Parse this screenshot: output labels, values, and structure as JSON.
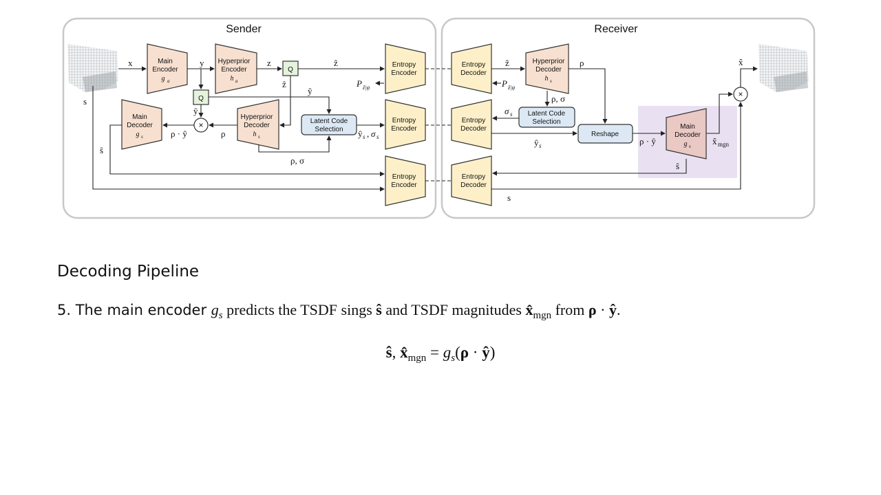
{
  "diagram": {
    "sender_title": "Sender",
    "receiver_title": "Receiver",
    "blocks": {
      "main_encoder": [
        "Main",
        "Encoder"
      ],
      "main_encoder_fn": "g",
      "main_encoder_sub": "a",
      "hyperprior_encoder": [
        "Hyperprior",
        "Encoder"
      ],
      "hyperprior_encoder_fn": "h",
      "hyperprior_encoder_sub": "a",
      "quantizer": "Q",
      "entropy_encoder": [
        "Entropy",
        "Encoder"
      ],
      "entropy_decoder": [
        "Entropy",
        "Decoder"
      ],
      "main_decoder": [
        "Main",
        "Decoder"
      ],
      "main_decoder_fn": "g",
      "main_decoder_sub": "s",
      "hyperprior_decoder": [
        "Hyperprior",
        "Decoder"
      ],
      "hyperprior_decoder_fn": "h",
      "hyperprior_decoder_sub": "s",
      "latent_code_selection": [
        "Latent Code",
        "Selection"
      ],
      "reshape": "Reshape",
      "multiply": "×"
    },
    "signals": {
      "x": "x",
      "y": "y",
      "z": "z",
      "z_hat": "ẑ",
      "y_hat": "ŷ",
      "s": "s",
      "s_hat": "ŝ",
      "rho": "ρ",
      "rho_sigma": "ρ, σ",
      "rho_dot_y_hat": "ρ · ŷ",
      "y_hat_s": "ŷ",
      "y_hat_s_sub": "s",
      "sigma_s": "σ",
      "sigma_s_sub": "s",
      "prior_P": "P",
      "prior_sub": "ẑ|ψ",
      "x_hat": "x̂",
      "x_hat_mgn": "x̂",
      "mgn_sub": "mgn"
    }
  },
  "section_title": "Decoding Pipeline",
  "description": {
    "prefix": "5. The main encoder ",
    "g": "g",
    "g_sub": "s",
    "mid1": " predicts the TSDF sings ",
    "s_hat": "ŝ",
    "mid2": " and TSDF magnitudes ",
    "x_hat": "x̂",
    "mgn": "mgn",
    "mid3": " from ",
    "rho": "ρ",
    "dot": " · ",
    "y_hat": "ŷ",
    "end": "."
  },
  "equation": {
    "s_hat": "ŝ",
    "comma": ", ",
    "x_hat": "x̂",
    "mgn": "mgn",
    "eq": " = ",
    "g": "g",
    "g_sub": "s",
    "open": "(",
    "rho": "ρ",
    "dot": " · ",
    "y_hat": "ŷ",
    "close": ")"
  },
  "colors": {
    "encoder_fill": "#f8e0d0",
    "entropy_fill": "#fdf0c8",
    "selection_fill": "#dce9f5",
    "highlight_fill": "#e9e1f1",
    "q_fill": "#e5f3dc"
  }
}
